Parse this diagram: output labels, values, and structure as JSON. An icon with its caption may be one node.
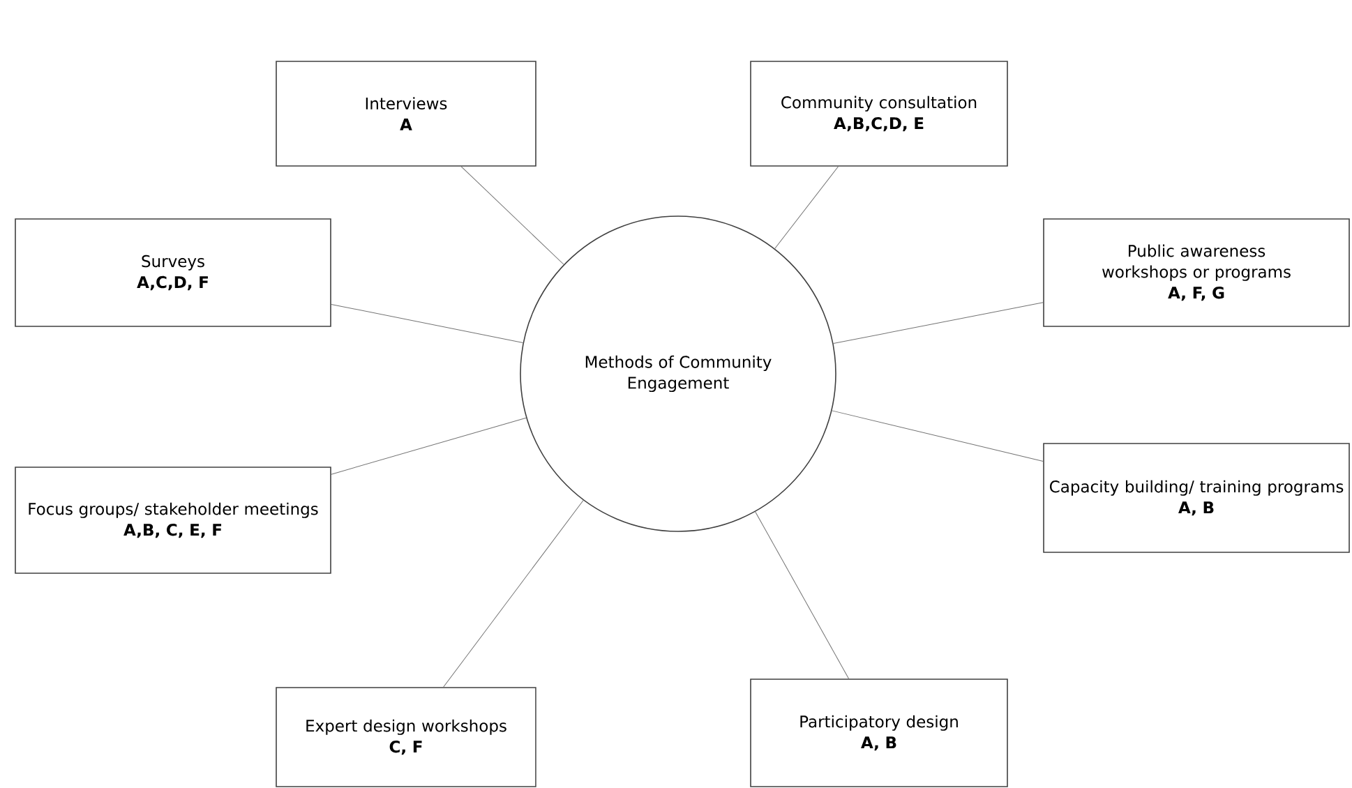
{
  "diagram": {
    "nodes": [
      {
        "text": [
          "Methods of Community Engagement"
        ]
      },
      {
        "text": [
          "Interviews",
          "A"
        ]
      },
      {
        "text": [
          "Community consultation",
          "A,B,C,D, E"
        ]
      },
      {
        "text": [
          "Surveys",
          "A,C,D, F"
        ]
      },
      {
        "text": [
          "Public awareness workshops or programs",
          "A, F, G"
        ]
      },
      {
        "text": [
          "Focus groups/ stakeholder meetings",
          "A,B, C, E, F"
        ]
      },
      {
        "text": [
          "Capacity building/ training programs",
          "A, B"
        ]
      },
      {
        "text": [
          "Expert design workshops",
          "C, F"
        ]
      },
      {
        "text": [
          "Participatory design",
          "A, B"
        ]
      }
    ],
    "edges": [
      {
        "from": 0,
        "to": 1,
        "arrow": "none"
      },
      {
        "from": 0,
        "to": 2,
        "arrow": "none"
      },
      {
        "from": 0,
        "to": 3,
        "arrow": "none"
      },
      {
        "from": 0,
        "to": 4,
        "arrow": "none"
      },
      {
        "from": 0,
        "to": 5,
        "arrow": "none"
      },
      {
        "from": 0,
        "to": 6,
        "arrow": "none"
      },
      {
        "from": 0,
        "to": 7,
        "arrow": "none"
      },
      {
        "from": 0,
        "to": 8,
        "arrow": "none"
      }
    ]
  }
}
